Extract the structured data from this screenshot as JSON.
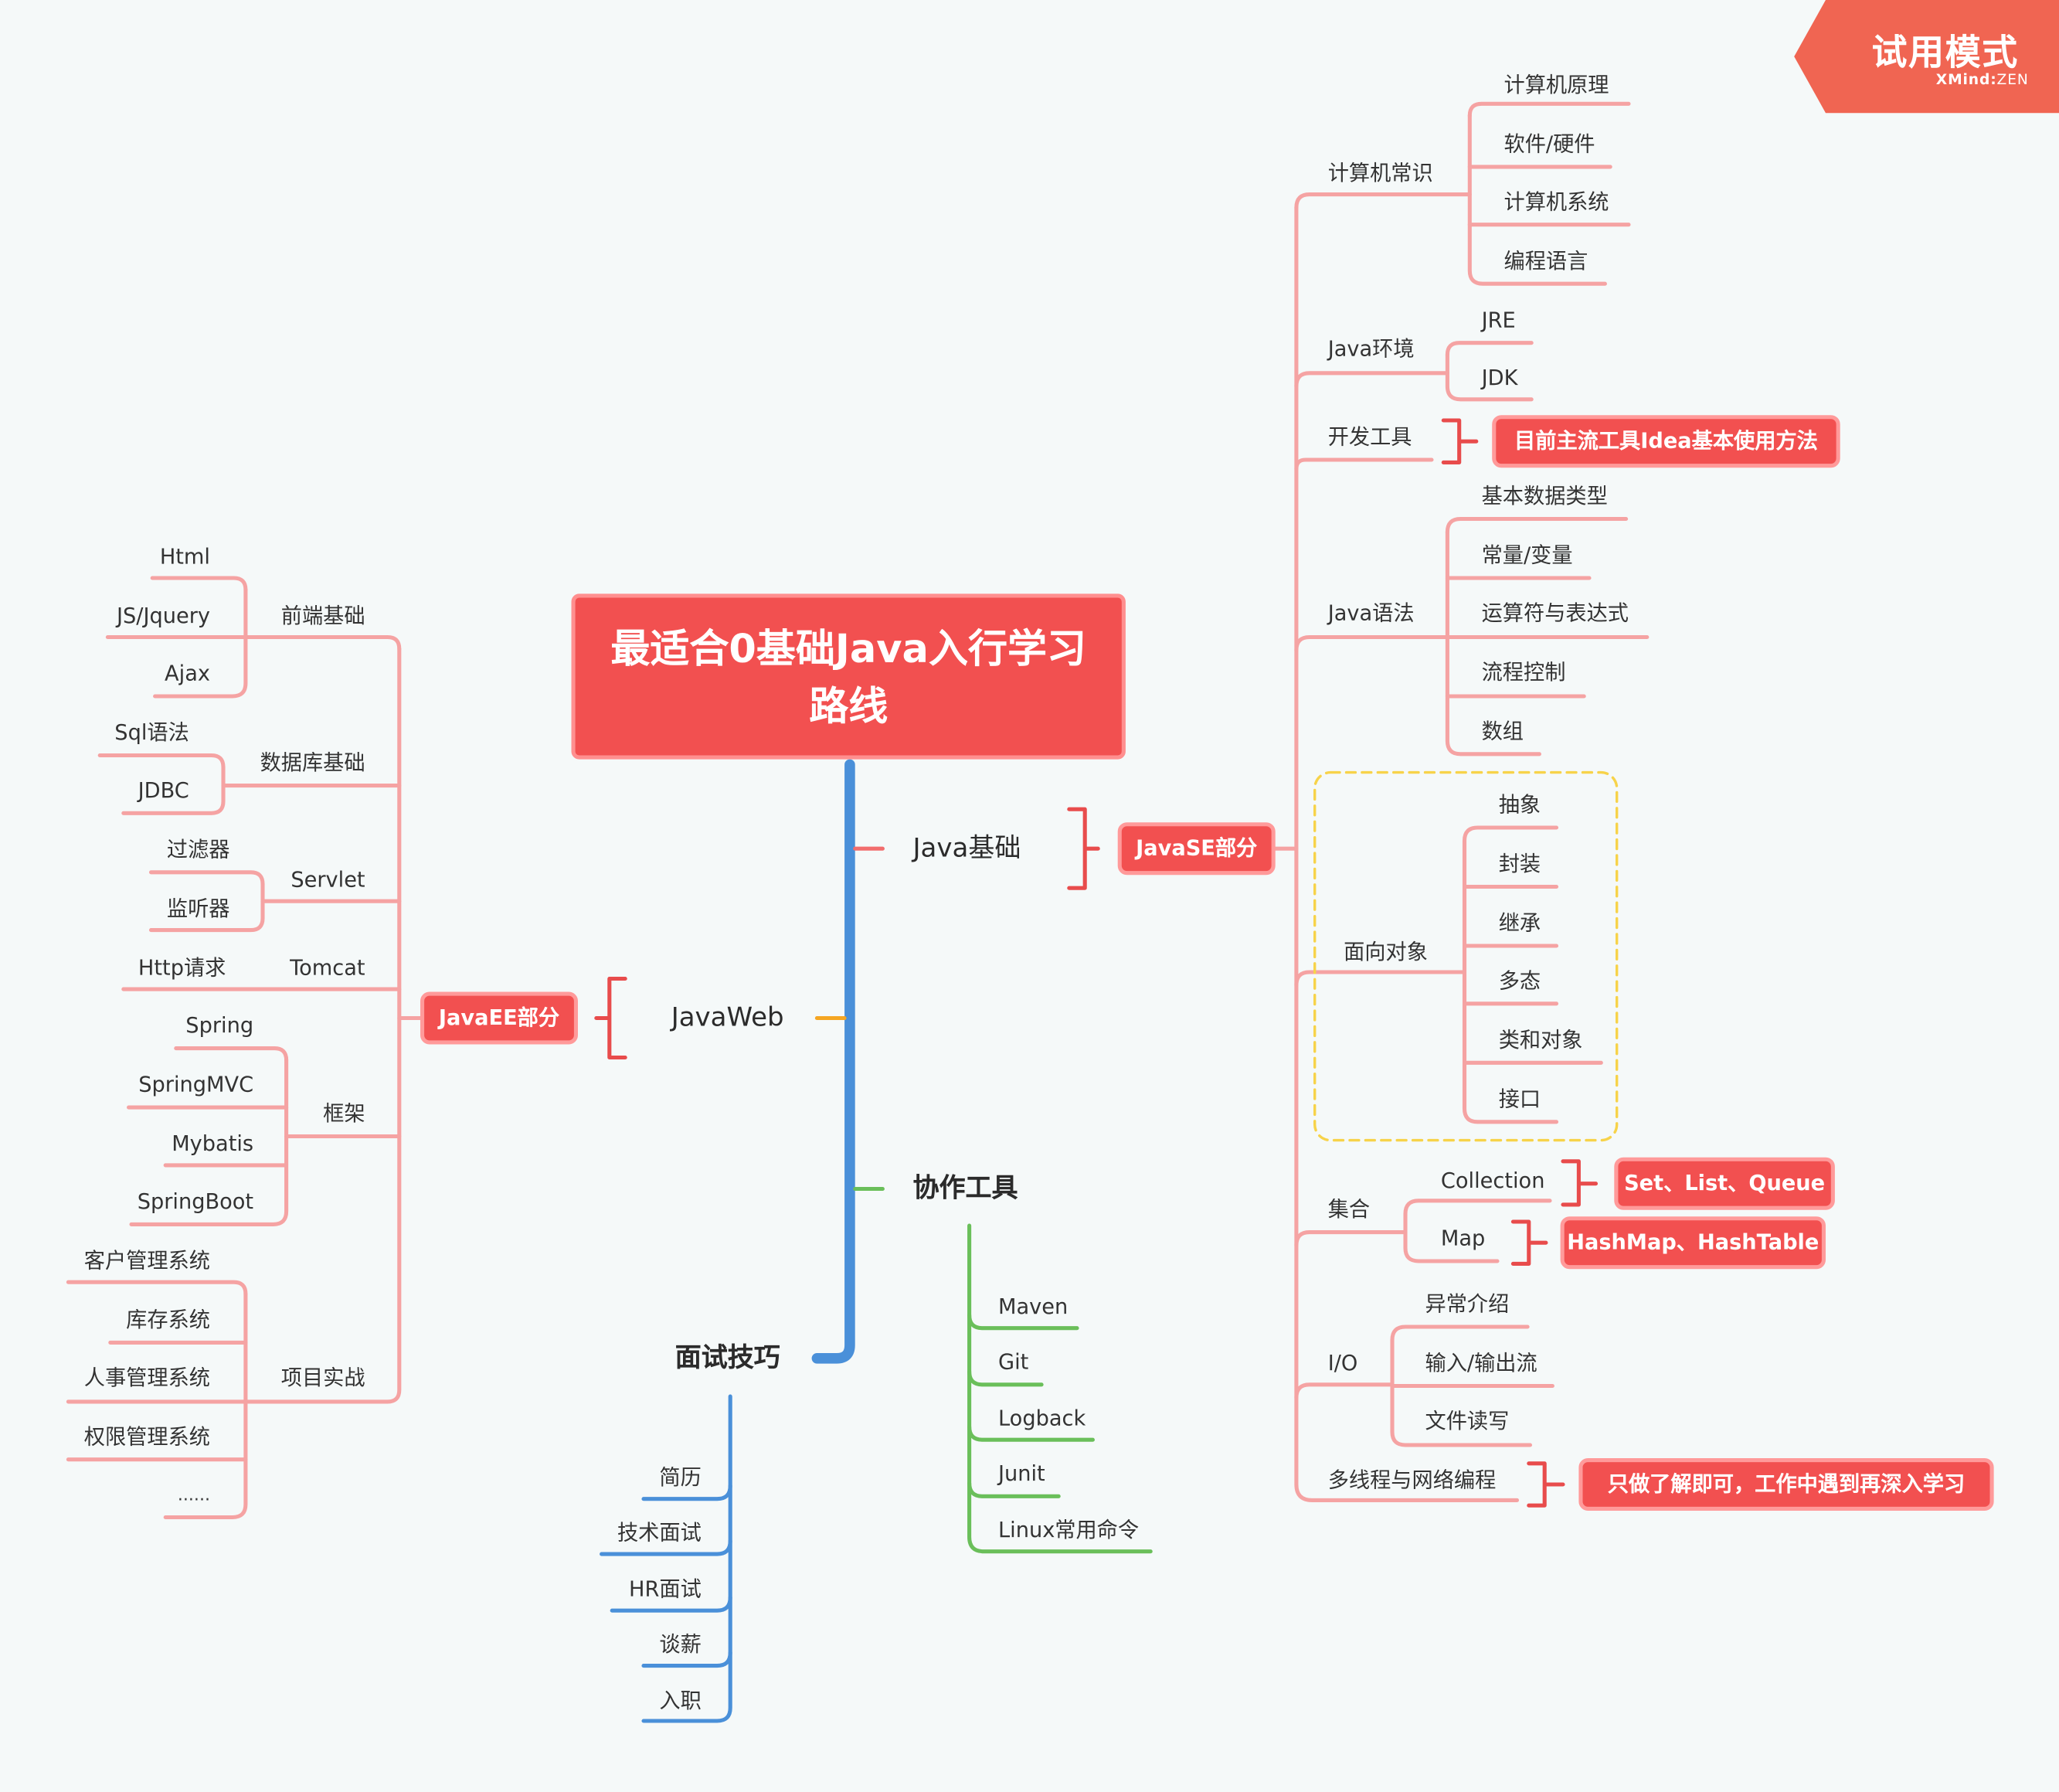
{
  "watermark": {
    "title": "试用模式",
    "brand": "XMind",
    "edition": "ZEN"
  },
  "root": {
    "title": "最适合0基础Java入行学习路线"
  },
  "branches": {
    "java_basics": "Java基础",
    "javaweb": "JavaWeb",
    "collab_tools": "协作工具",
    "interview": "面试技巧"
  },
  "javase": {
    "label": "JavaSE部分",
    "computer_basics": {
      "label": "计算机常识",
      "items": [
        "计算机原理",
        "软件/硬件",
        "计算机系统",
        "编程语言"
      ]
    },
    "java_env": {
      "label": "Java环境",
      "items": [
        "JRE",
        "JDK"
      ]
    },
    "dev_tools": {
      "label": "开发工具",
      "note": "目前主流工具Idea基本使用方法"
    },
    "java_syntax": {
      "label": "Java语法",
      "items": [
        "基本数据类型",
        "常量/变量",
        "运算符与表达式",
        "流程控制",
        "数组"
      ]
    },
    "oop": {
      "label": "面向对象",
      "items": [
        "抽象",
        "封装",
        "继承",
        "多态",
        "类和对象",
        "接口"
      ]
    },
    "collections": {
      "label": "集合",
      "collection": {
        "label": "Collection",
        "note": "Set、List、Queue"
      },
      "map": {
        "label": "Map",
        "note": "HashMap、HashTable"
      }
    },
    "io": {
      "label": "I/O",
      "items": [
        "异常介绍",
        "输入/输出流",
        "文件读写"
      ]
    },
    "multithread": {
      "label": "多线程与网络编程",
      "note": "只做了解即可，工作中遇到再深入学习"
    }
  },
  "javaee": {
    "label": "JavaEE部分",
    "frontend": {
      "label": "前端基础",
      "items": [
        "Html",
        "JS/Jquery",
        "Ajax"
      ]
    },
    "database": {
      "label": "数据库基础",
      "items": [
        "Sql语法",
        "JDBC"
      ]
    },
    "servlet": {
      "label": "Servlet",
      "items": [
        "过滤器",
        "监听器"
      ]
    },
    "tomcat": {
      "label": "Tomcat",
      "items": [
        "Http请求"
      ]
    },
    "framework": {
      "label": "框架",
      "items": [
        "Spring",
        "SpringMVC",
        "Mybatis",
        "SpringBoot"
      ]
    },
    "projects": {
      "label": "项目实战",
      "items": [
        "客户管理系统",
        "库存系统",
        "人事管理系统",
        "权限管理系统",
        "......"
      ]
    }
  },
  "collab": {
    "items": [
      "Maven",
      "Git",
      "Logback",
      "Junit",
      "Linux常用命令"
    ]
  },
  "interview_items": [
    "简历",
    "技术面试",
    "HR面试",
    "谈薪",
    "入职"
  ],
  "colors": {
    "background": "#f5f9f9",
    "root": "#f25050",
    "spine": "#4a90d9",
    "branch_lines": "#f5a3a3",
    "bracket": "#e84c4c",
    "collab_lines": "#6abf5a",
    "interview_lines": "#4a90d9",
    "javaweb_connector": "#f5a623",
    "oop_boundary": "#f7d34a"
  }
}
